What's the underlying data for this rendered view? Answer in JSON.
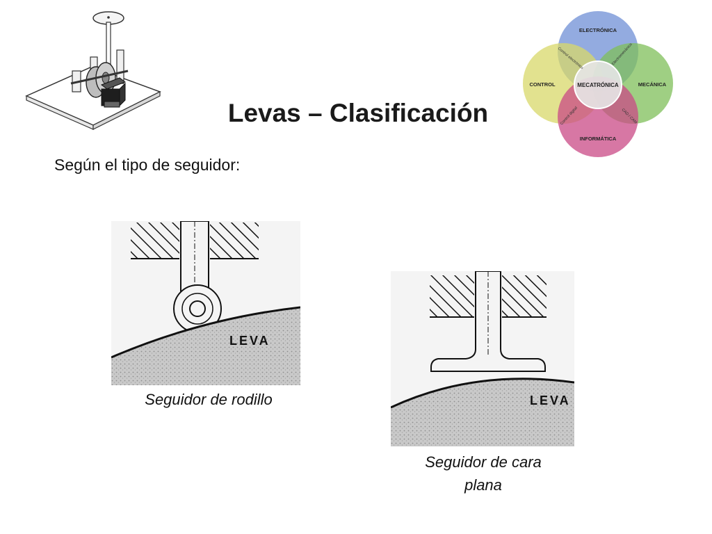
{
  "slide": {
    "title": "Levas – Clasificación",
    "subtitle": "Según el tipo de seguidor:"
  },
  "figures": {
    "roller": {
      "cam_label": "LEVA",
      "caption": "Seguidor de rodillo"
    },
    "flat_face": {
      "cam_label": "LEVA",
      "caption_line1": "Seguidor de cara",
      "caption_line2": "plana"
    }
  },
  "logo": {
    "center": "MECATRÓNICA",
    "top": "ELECTRÓNICA",
    "left": "CONTROL",
    "right": "MECÁNICA",
    "bottom": "INFORMÁTICA",
    "overlap_top_left": "Control electrónico",
    "overlap_top_right": "Electromecánica",
    "overlap_bottom_left": "Control digital",
    "overlap_bottom_right": "CAD / CAM"
  },
  "colors": {
    "electronica": "#6f8fd6",
    "control": "#d8d86a",
    "mecanica": "#7fbf5a",
    "informatica": "#c94a86",
    "center": "#e6e6e6"
  }
}
